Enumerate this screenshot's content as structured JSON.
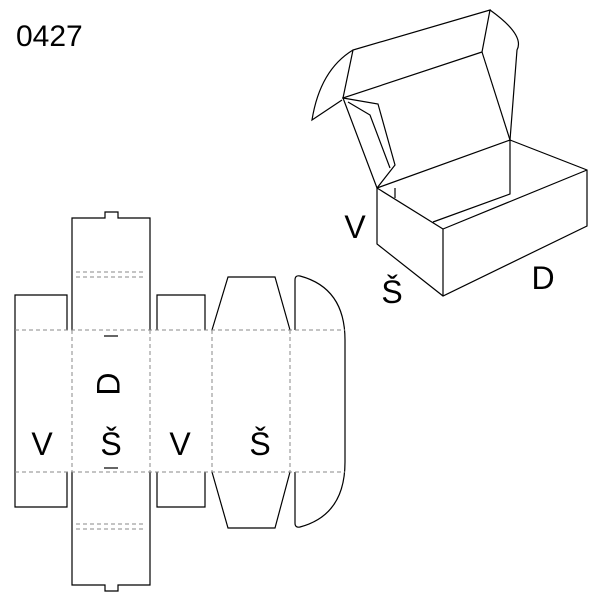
{
  "product_code": "0427",
  "net_labels": {
    "height_left": "V",
    "depth_top": "D",
    "width_middle": "Š",
    "height_right": "V",
    "width_right": "Š"
  },
  "box_labels": {
    "height": "V",
    "width": "Š",
    "depth": "D"
  }
}
